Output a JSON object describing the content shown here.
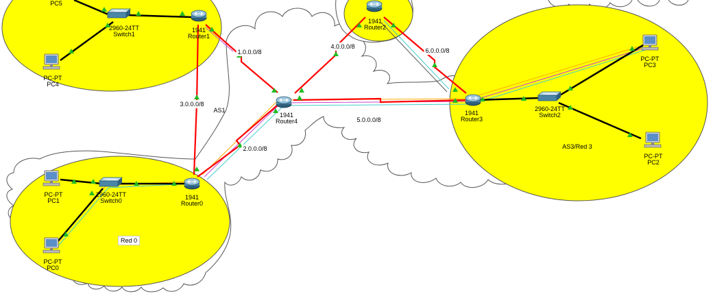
{
  "colors": {
    "area_fill": "#ffff00",
    "serial_link": "#ff0000",
    "ethernet_link": "#000000",
    "port_up": "#22bb22"
  },
  "devices": {
    "pc5": {
      "model": "",
      "name": "PC5"
    },
    "pc4": {
      "model": "PC-PT",
      "name": "PC4"
    },
    "switch1": {
      "model": "2960-24TT",
      "name": "Switch1"
    },
    "router1": {
      "model": "1941",
      "name": "Router1"
    },
    "router2": {
      "model": "1941",
      "name": "Router2"
    },
    "router4": {
      "model": "1941",
      "name": "Router4"
    },
    "router0": {
      "model": "1941",
      "name": "Router0"
    },
    "switch0": {
      "model": "2960-24TT",
      "name": "Switch0"
    },
    "pc1": {
      "model": "PC-PT",
      "name": "PC1"
    },
    "pc0": {
      "model": "PC-PT",
      "name": "PC0"
    },
    "router3": {
      "model": "1941",
      "name": "Router3"
    },
    "switch2": {
      "model": "2960-24TT",
      "name": "Switch2"
    },
    "pc3": {
      "model": "PC-PT",
      "name": "PC3"
    },
    "pc2": {
      "model": "PC-PT",
      "name": "PC2"
    }
  },
  "networks": {
    "n1": "1.0.0.0/8",
    "n2": "2.0.0.0/8",
    "n3": "3.0.0.0/8",
    "n4": "4.0.0.0/8",
    "n5": "5.0.0.0/8",
    "n6": "6.0.0.0/8"
  },
  "areas": {
    "as1": "AS1",
    "red0": "Red 0",
    "as3": "AS3/Red 3"
  }
}
